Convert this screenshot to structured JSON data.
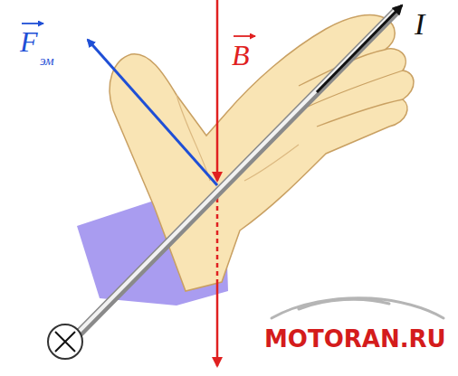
{
  "diagram": {
    "labels": [
      "F",
      "эм",
      "B",
      "I",
      "MOTORAN.RU"
    ]
  }
}
